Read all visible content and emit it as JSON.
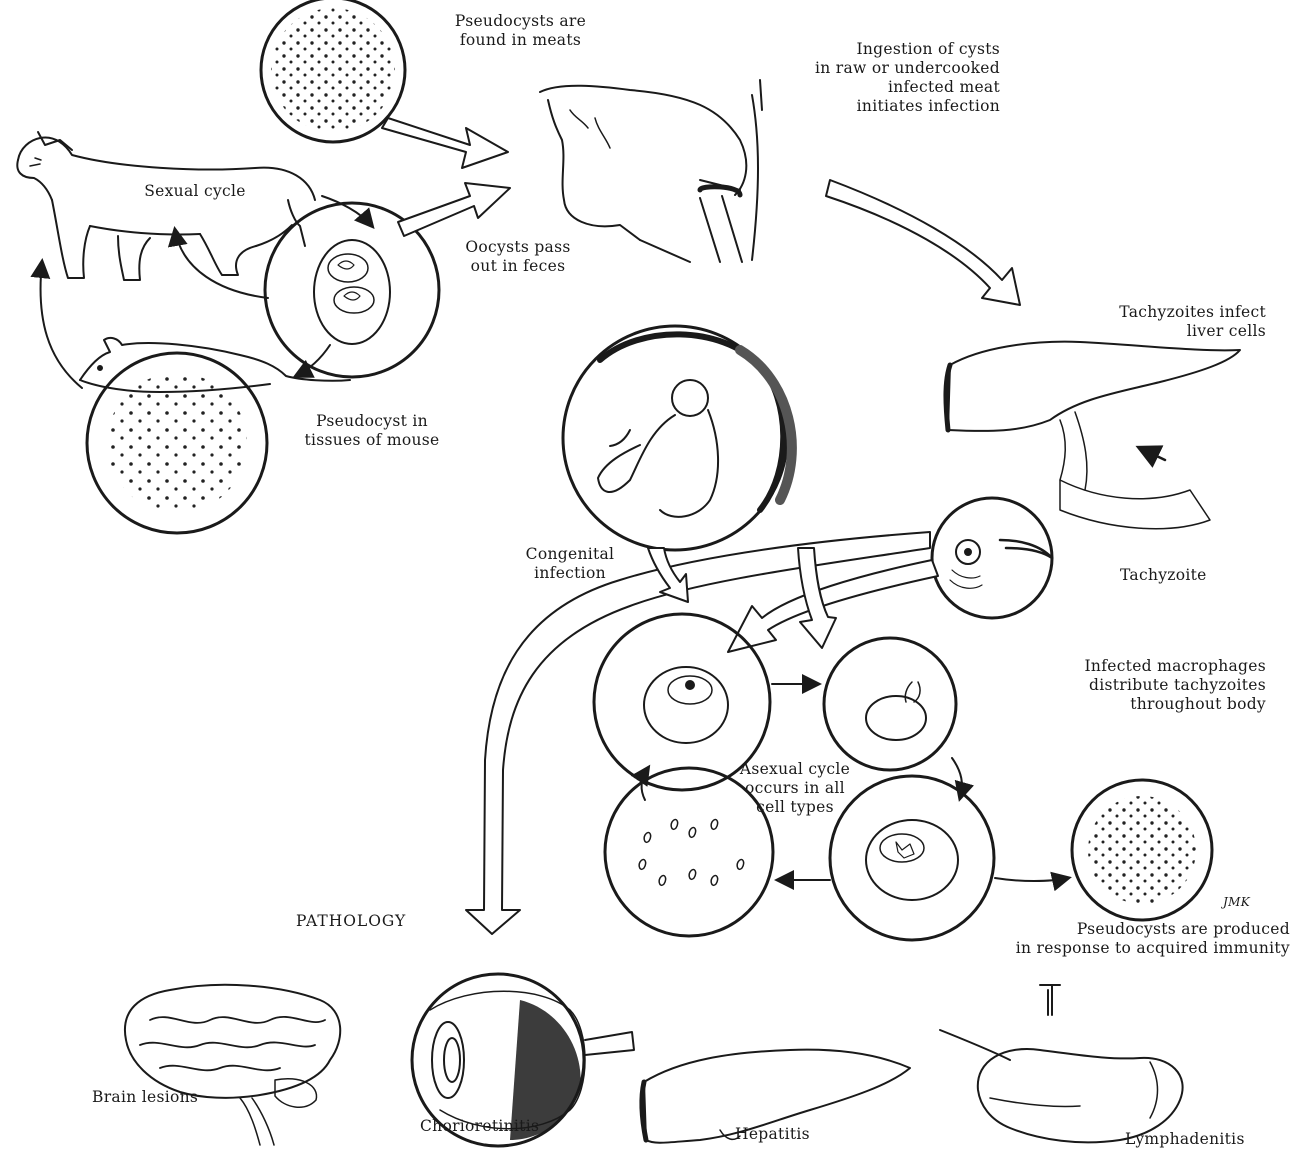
{
  "labels": {
    "pseudocysts_meats": "Pseudocysts are\nfound in meats",
    "ingestion": "Ingestion of cysts\nin raw or undercooked\ninfected meat\ninitiates infection",
    "sexual_cycle": "Sexual cycle",
    "oocysts": "Oocysts pass\nout in feces",
    "pseudocyst_mouse": "Pseudocyst in\ntissues of mouse",
    "tachyzoites_liver": "Tachyzoites infect\nliver cells",
    "congenital": "Congenital\ninfection",
    "tachyzoite": "Tachyzoite",
    "macrophages": "Infected macrophages\ndistribute tachyzoites\nthroughout body",
    "asexual_cycle": "Asexual cycle\noccurs in all\ncell types",
    "pathology": "PATHOLOGY",
    "pseudocysts_immunity": "Pseudocysts are produced\nin response to acquired immunity",
    "brain": "Brain lesions",
    "chorioretinitis": "Chorioretinitis",
    "hepatitis": "Hepatitis",
    "lymphadenitis": "Lymphadenitis",
    "signature": "JMK"
  }
}
